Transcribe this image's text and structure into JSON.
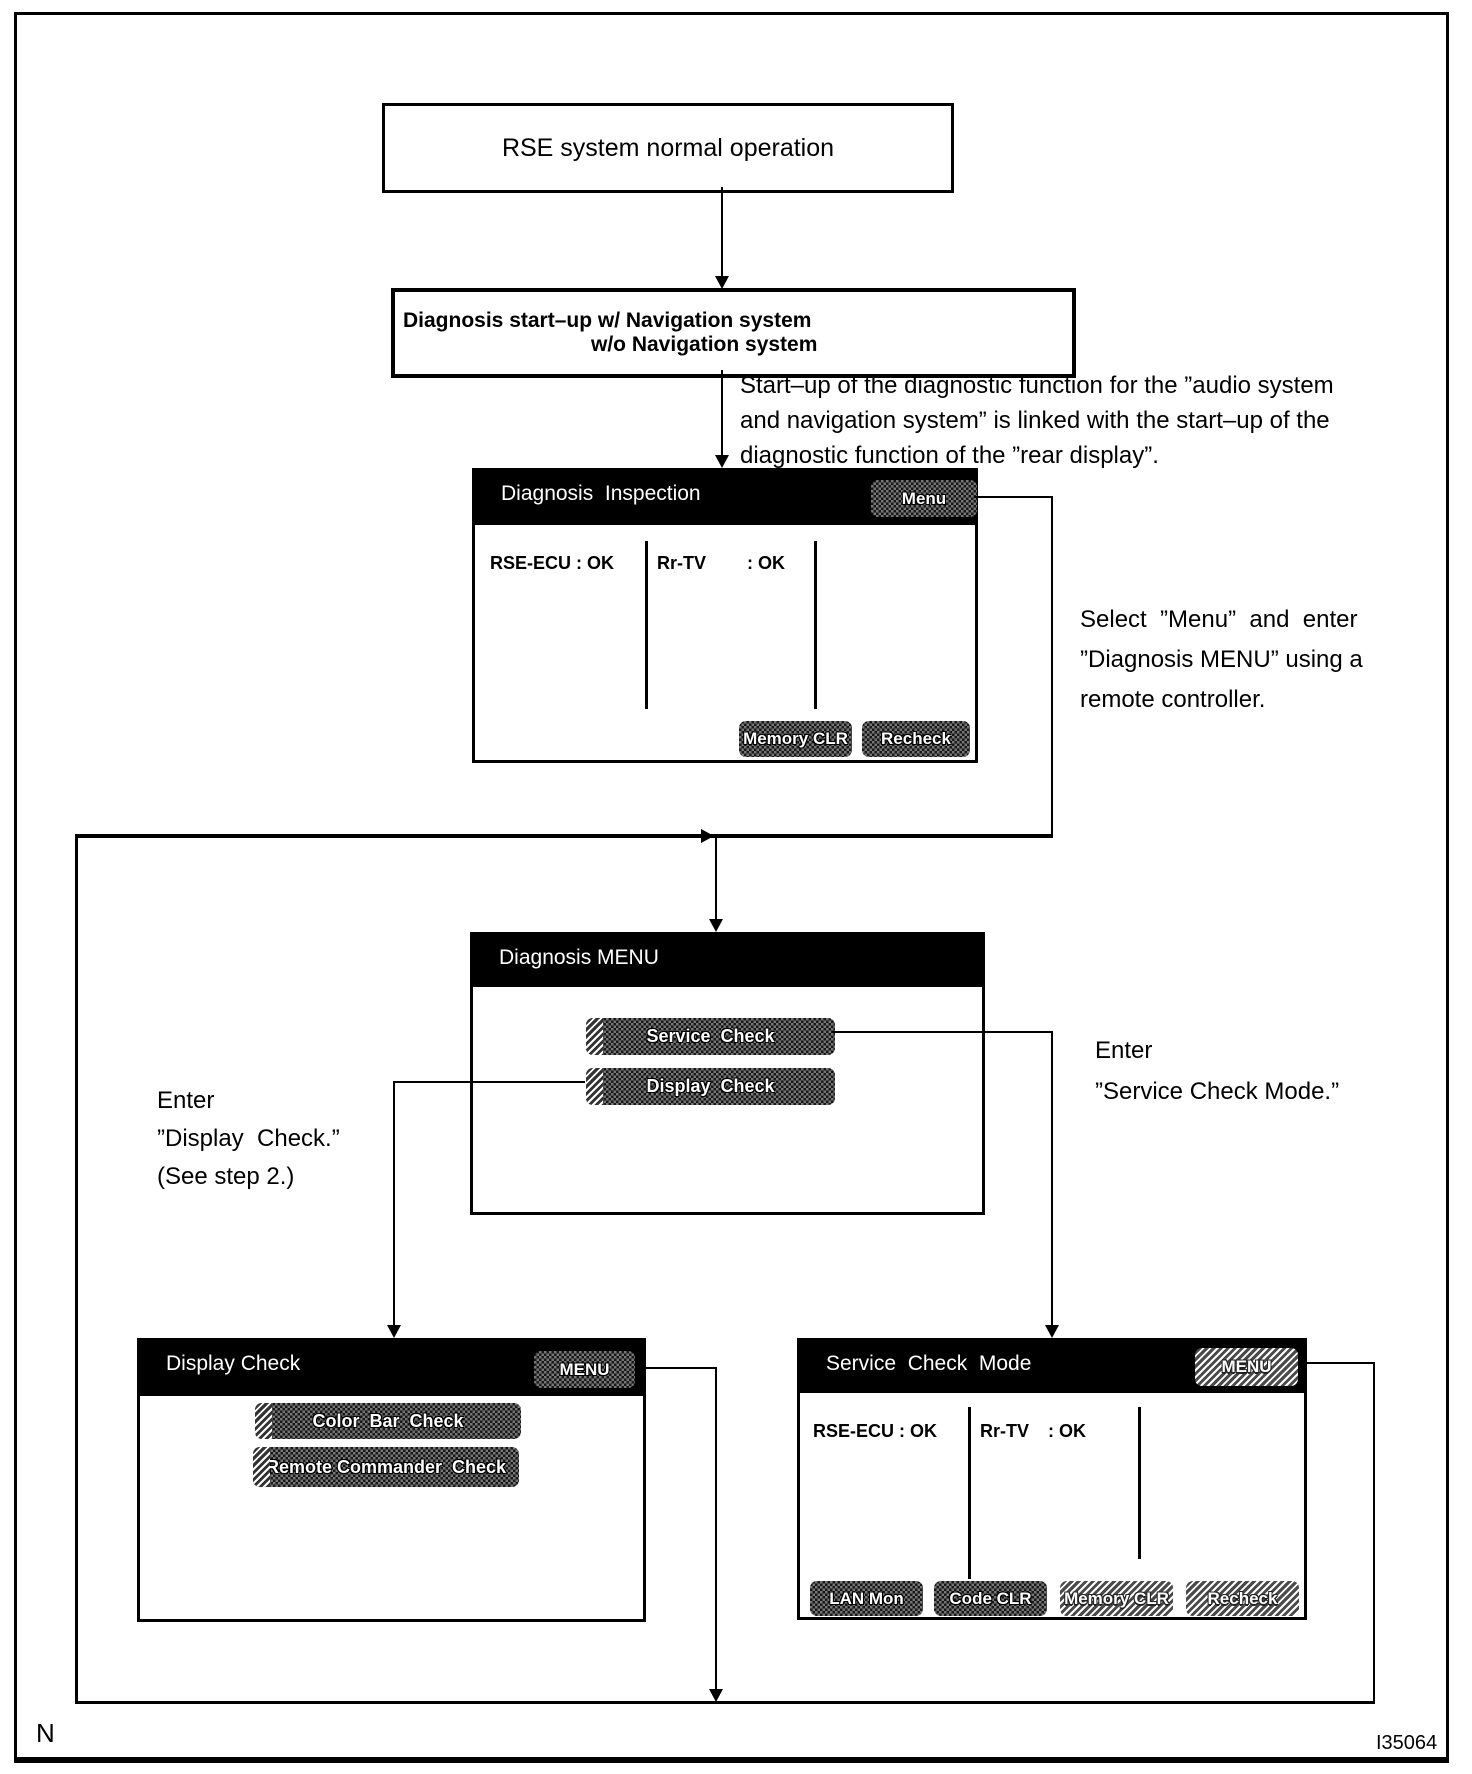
{
  "page": {
    "corner_label": "N",
    "figure_code": "I35064"
  },
  "flow": {
    "box1": {
      "text": "RSE system normal operation"
    },
    "box2": {
      "line1": "Diagnosis start–up w/ Navigation system",
      "line2": "w/o Navigation system"
    },
    "note_startup": {
      "lines": [
        "Start–up of the diagnostic function for the ”audio system",
        "and navigation system” is linked with the start–up of the",
        "diagnostic function of the ”rear display”."
      ]
    },
    "note_select": {
      "lines": [
        "Select  ”Menu”  and  enter",
        "”Diagnosis MENU” using a",
        "remote controller."
      ]
    },
    "note_enter_service": {
      "lines": [
        "Enter",
        "”Service Check Mode.”"
      ]
    },
    "note_enter_display": {
      "lines": [
        "Enter",
        "”Display  Check.”",
        "(See step 2.)"
      ]
    }
  },
  "screens": {
    "diagnosis_inspection": {
      "title": "Diagnosis  Inspection",
      "menu_button": "Menu",
      "status": [
        {
          "label": "RSE-ECU",
          "value": ": OK"
        },
        {
          "label": "Rr-TV",
          "value": ": OK"
        }
      ],
      "buttons": [
        "Memory CLR",
        "Recheck"
      ]
    },
    "diagnosis_menu": {
      "title": "Diagnosis MENU",
      "buttons": [
        "Service  Check",
        "Display  Check"
      ]
    },
    "display_check": {
      "title": "Display Check",
      "menu_button": "MENU",
      "buttons": [
        "Color  Bar  Check",
        "Remote Commander  Check"
      ]
    },
    "service_check_mode": {
      "title": "Service  Check  Mode",
      "menu_button": "MENU",
      "status": [
        {
          "label": "RSE-ECU",
          "value": ": OK"
        },
        {
          "label": "Rr-TV",
          "value": ": OK"
        }
      ],
      "buttons": [
        "LAN Mon",
        "Code CLR",
        "Memory CLR",
        "Recheck"
      ]
    }
  },
  "colors": {
    "ink": "#000000",
    "paper": "#ffffff",
    "titlebar": "#000000"
  }
}
